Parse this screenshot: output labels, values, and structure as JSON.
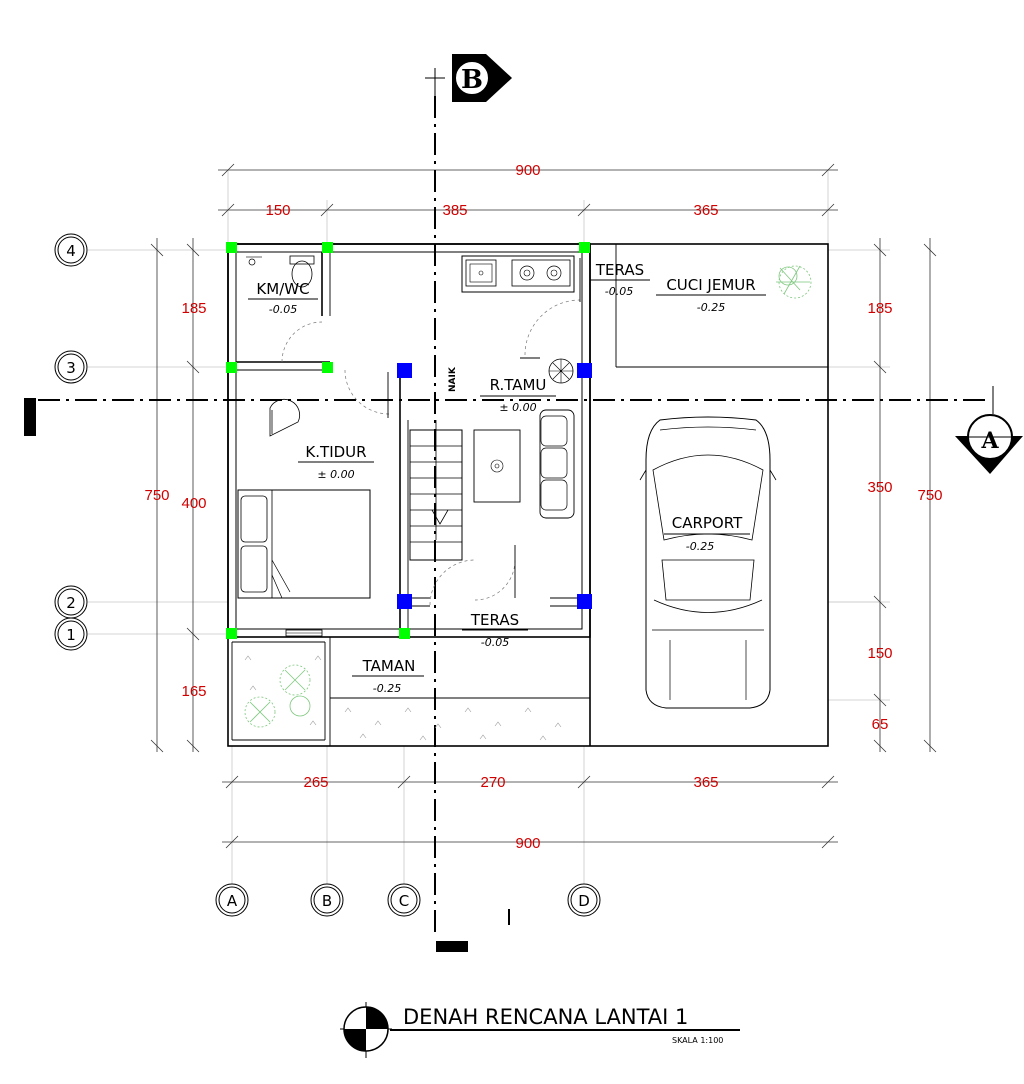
{
  "title": "DENAH RENCANA LANTAI 1",
  "scale": "SKALA 1:100",
  "section_markers": {
    "b": "B",
    "a": "A"
  },
  "grid_labels": {
    "rows": [
      "4",
      "3",
      "2",
      "1"
    ],
    "cols": [
      "A",
      "B",
      "C",
      "D"
    ]
  },
  "dimensions": {
    "top_total": "900",
    "top_parts": [
      "150",
      "385",
      "365"
    ],
    "bottom_parts": [
      "265",
      "270",
      "365"
    ],
    "bottom_total": "900",
    "left_total": "750",
    "left_parts": [
      "185",
      "400",
      "165"
    ],
    "right_total": "750",
    "right_parts": [
      "185",
      "350",
      "150",
      "65"
    ]
  },
  "rooms": [
    {
      "name": "KM/WC",
      "level": "-0.05"
    },
    {
      "name": "TERAS",
      "level": "-0.05"
    },
    {
      "name": "CUCI JEMUR",
      "level": "-0.25"
    },
    {
      "name": "R.TAMU",
      "level": "± 0.00"
    },
    {
      "name": "K.TIDUR",
      "level": "± 0.00"
    },
    {
      "name": "CARPORT",
      "level": "-0.25"
    },
    {
      "name": "TERAS",
      "level": "-0.05"
    },
    {
      "name": "TAMAN",
      "level": "-0.25"
    }
  ],
  "stair_label": "NAIK",
  "colors": {
    "dimension": "#d00000",
    "column_main": "#0000ff",
    "column_secondary": "#00ff00"
  }
}
